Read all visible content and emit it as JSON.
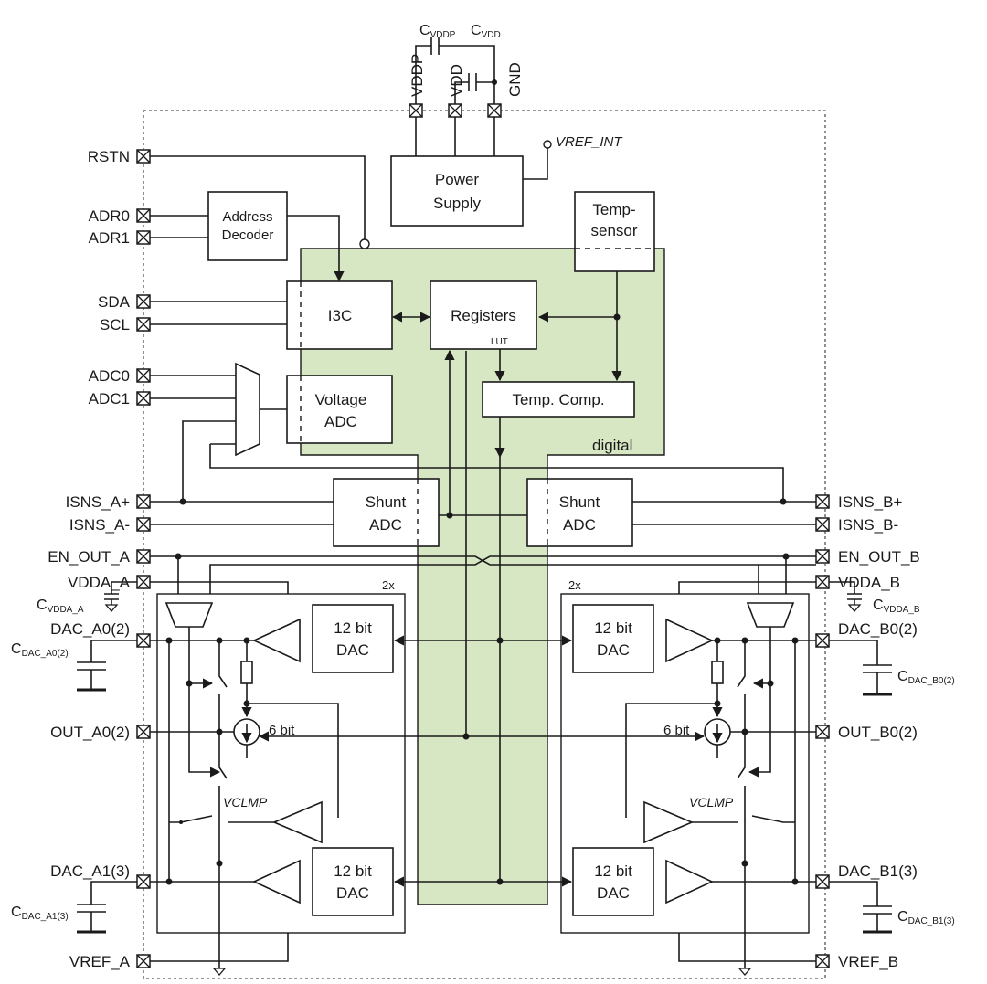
{
  "colors": {
    "digital_fill": "#d7e6c3",
    "line": "#1a1a1a",
    "chip_border": "#555555"
  },
  "top_pins": {
    "vddp": "VDDP",
    "vdd": "VDD",
    "gnd": "GND"
  },
  "caps": {
    "c_vddp_main": "C",
    "c_vddp_sub": "VDDP",
    "c_vdd_main": "C",
    "c_vdd_sub": "VDD"
  },
  "vref_int": "VREF_INT",
  "left_pins": {
    "rstn": "RSTN",
    "adr0": "ADR0",
    "adr1": "ADR1",
    "sda": "SDA",
    "scl": "SCL",
    "adc0": "ADC0",
    "adc1": "ADC1",
    "isns_ap": "ISNS_A+",
    "isns_am": "ISNS_A-",
    "en_out_a": "EN_OUT_A",
    "vdda_a": "VDDA_A",
    "dac_a0": "DAC_A0(2)",
    "out_a0": "OUT_A0(2)",
    "dac_a1": "DAC_A1(3)",
    "vref_a": "VREF_A"
  },
  "right_pins": {
    "isns_bp": "ISNS_B+",
    "isns_bm": "ISNS_B-",
    "en_out_b": "EN_OUT_B",
    "vdda_b": "VDDA_B",
    "dac_b0": "DAC_B0(2)",
    "out_b0": "OUT_B0(2)",
    "dac_b1": "DAC_B1(3)",
    "vref_b": "VREF_B"
  },
  "ext_caps": {
    "c_vdda_a_main": "C",
    "c_vdda_a_sub": "VDDA_A",
    "c_dac_a0_main": "C",
    "c_dac_a0_sub": "DAC_A0(2)",
    "c_dac_a1_main": "C",
    "c_dac_a1_sub": "DAC_A1(3)",
    "c_vdda_b_main": "C",
    "c_vdda_b_sub": "VDDA_B",
    "c_dac_b0_main": "C",
    "c_dac_b0_sub": "DAC_B0(2)",
    "c_dac_b1_main": "C",
    "c_dac_b1_sub": "DAC_B1(3)"
  },
  "blocks": {
    "power_supply_l1": "Power",
    "power_supply_l2": "Supply",
    "temp_sensor_l1": "Temp-",
    "temp_sensor_l2": "sensor",
    "address_decoder_l1": "Address",
    "address_decoder_l2": "Decoder",
    "i3c": "I3C",
    "registers": "Registers",
    "lut": "LUT",
    "temp_comp": "Temp. Comp.",
    "voltage_adc_l1": "Voltage",
    "voltage_adc_l2": "ADC",
    "digital": "digital",
    "shunt_adc_l1": "Shunt",
    "shunt_adc_l2": "ADC",
    "dac_l1": "12 bit",
    "dac_l2": "DAC",
    "six_bit": "6 bit",
    "vclmp": "VCLMP",
    "twox": "2x"
  }
}
